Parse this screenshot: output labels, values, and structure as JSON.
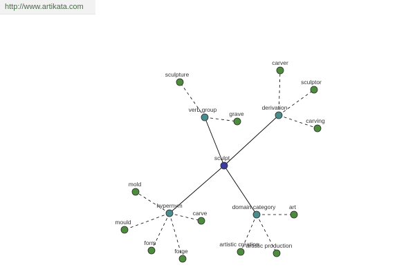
{
  "site": {
    "url": "http://www.artikata.com"
  },
  "graph": {
    "colors": {
      "center": "#3c3ca0",
      "relation": "#4a8c8c",
      "leaf": "#4c8c3c",
      "node_stroke": "#2a2a2a",
      "edge": "#000000"
    },
    "nodes": [
      {
        "id": "sculpt",
        "label": "sculpt",
        "kind": "center"
      },
      {
        "id": "verb-group",
        "label": "verb group",
        "kind": "relation"
      },
      {
        "id": "derivation",
        "label": "derivation",
        "kind": "relation"
      },
      {
        "id": "hypernym",
        "label": "hypernym",
        "kind": "relation"
      },
      {
        "id": "domain-category",
        "label": "domain category",
        "kind": "relation"
      },
      {
        "id": "sculpture",
        "label": "sculpture",
        "kind": "leaf"
      },
      {
        "id": "grave",
        "label": "grave",
        "kind": "leaf"
      },
      {
        "id": "carver",
        "label": "carver",
        "kind": "leaf"
      },
      {
        "id": "sculptor",
        "label": "sculptor",
        "kind": "leaf"
      },
      {
        "id": "carving",
        "label": "carving",
        "kind": "leaf"
      },
      {
        "id": "mold",
        "label": "mold",
        "kind": "leaf"
      },
      {
        "id": "mould",
        "label": "mould",
        "kind": "leaf"
      },
      {
        "id": "form",
        "label": "form",
        "kind": "leaf"
      },
      {
        "id": "forge",
        "label": "forge",
        "kind": "leaf"
      },
      {
        "id": "carve",
        "label": "carve",
        "kind": "leaf"
      },
      {
        "id": "art",
        "label": "art",
        "kind": "leaf"
      },
      {
        "id": "artistic-creation",
        "label": "artistic creation",
        "kind": "leaf"
      },
      {
        "id": "artistic-production",
        "label": "artistic production",
        "kind": "leaf"
      }
    ],
    "edges": [
      {
        "from": "sculpt",
        "to": "verb-group",
        "style": "solid"
      },
      {
        "from": "sculpt",
        "to": "derivation",
        "style": "solid"
      },
      {
        "from": "sculpt",
        "to": "hypernym",
        "style": "solid"
      },
      {
        "from": "sculpt",
        "to": "domain-category",
        "style": "solid"
      },
      {
        "from": "verb-group",
        "to": "sculpture",
        "style": "dashed"
      },
      {
        "from": "verb-group",
        "to": "grave",
        "style": "dashed"
      },
      {
        "from": "derivation",
        "to": "carver",
        "style": "dashed"
      },
      {
        "from": "derivation",
        "to": "sculptor",
        "style": "dashed"
      },
      {
        "from": "derivation",
        "to": "carving",
        "style": "dashed"
      },
      {
        "from": "hypernym",
        "to": "mold",
        "style": "dashed"
      },
      {
        "from": "hypernym",
        "to": "mould",
        "style": "dashed"
      },
      {
        "from": "hypernym",
        "to": "form",
        "style": "dashed"
      },
      {
        "from": "hypernym",
        "to": "forge",
        "style": "dashed"
      },
      {
        "from": "hypernym",
        "to": "carve",
        "style": "dashed"
      },
      {
        "from": "domain-category",
        "to": "art",
        "style": "dashed"
      },
      {
        "from": "domain-category",
        "to": "artistic-creation",
        "style": "dashed"
      },
      {
        "from": "domain-category",
        "to": "artistic-production",
        "style": "dashed"
      }
    ]
  }
}
